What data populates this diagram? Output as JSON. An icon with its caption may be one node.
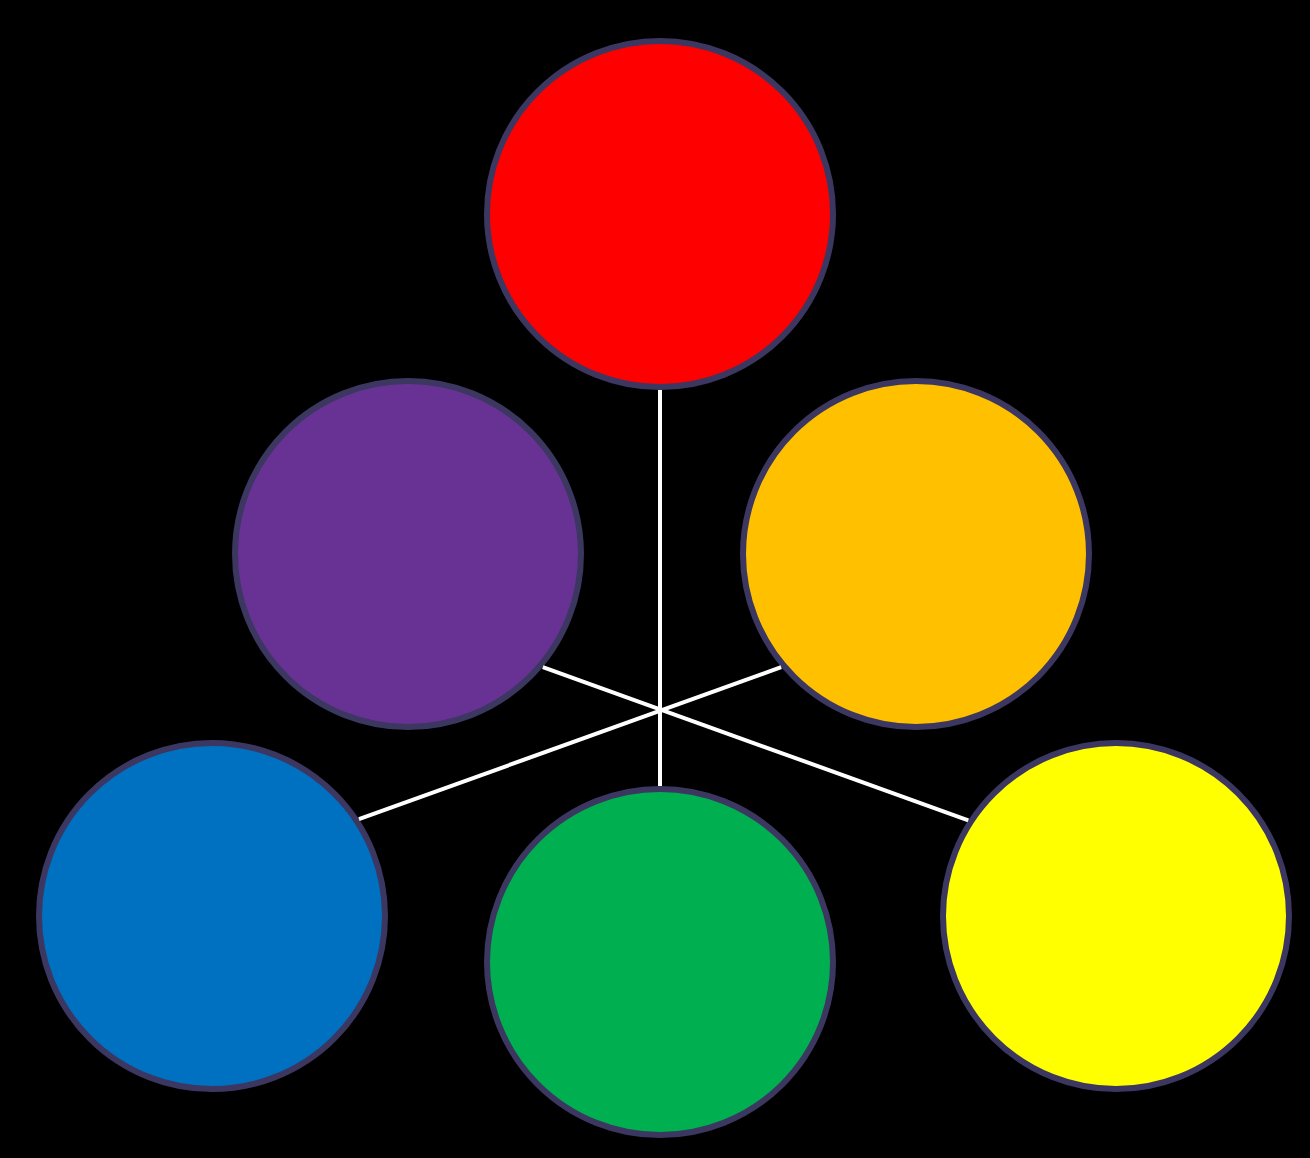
{
  "diagram": {
    "nodes": [
      {
        "text": [],
        "shape": "circle"
      },
      {
        "text": [],
        "shape": "circle"
      },
      {
        "text": [],
        "shape": "circle"
      },
      {
        "text": [],
        "shape": "circle"
      },
      {
        "text": [],
        "shape": "circle"
      },
      {
        "text": [],
        "shape": "circle"
      }
    ],
    "edges": [
      {
        "from": 0,
        "to": 4,
        "arrow": "none"
      },
      {
        "from": 1,
        "to": 5,
        "arrow": "none"
      },
      {
        "from": 2,
        "to": 3,
        "arrow": "none"
      }
    ]
  }
}
